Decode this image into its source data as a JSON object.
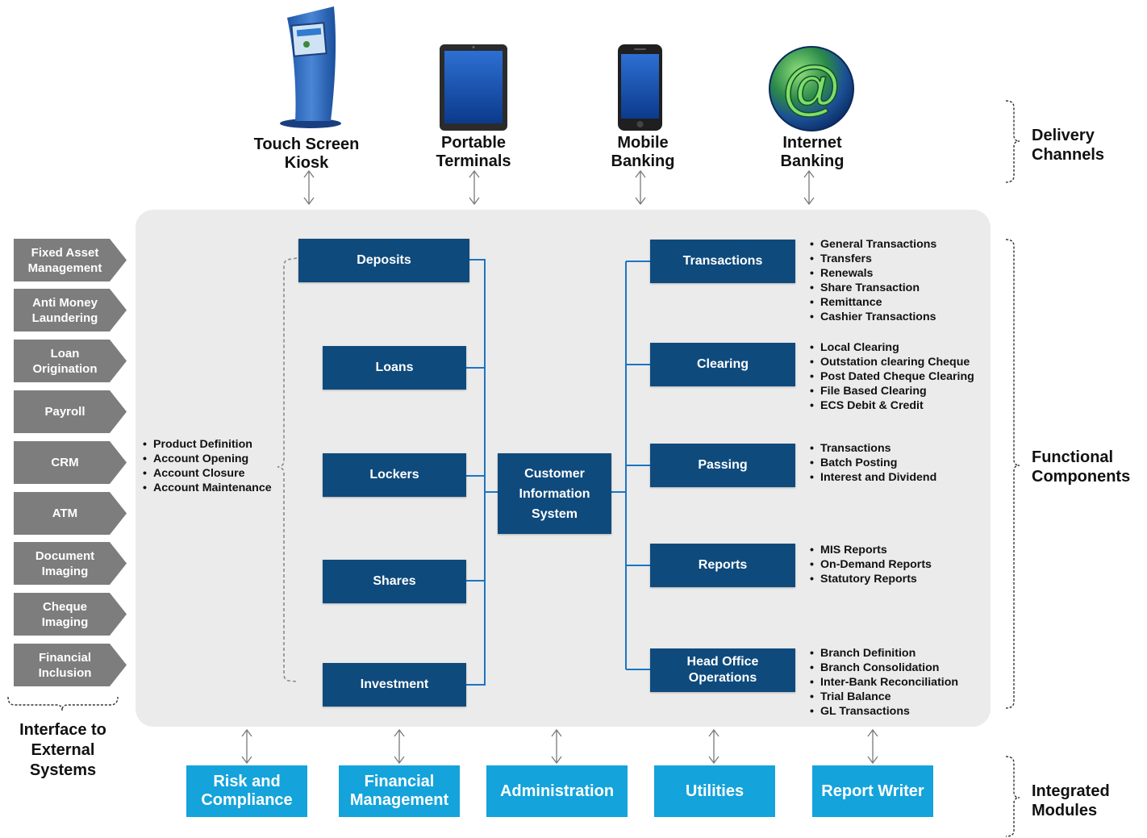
{
  "delivery_channels": [
    {
      "line1": "Touch Screen",
      "line2": "Kiosk",
      "icon": "kiosk-icon"
    },
    {
      "line1": "Portable",
      "line2": "Terminals",
      "icon": "tablet-icon"
    },
    {
      "line1": "Mobile",
      "line2": "Banking",
      "icon": "smartphone-icon"
    },
    {
      "line1": "Internet",
      "line2": "Banking",
      "icon": "at-sign-icon"
    }
  ],
  "side_labels": {
    "delivery": {
      "line1": "Delivery",
      "line2": "Channels"
    },
    "functional": {
      "line1": "Functional",
      "line2": "Components"
    },
    "integrated": {
      "line1": "Integrated",
      "line2": "Modules"
    }
  },
  "external_systems": {
    "label": {
      "line1": "Interface to",
      "line2": "External",
      "line3": "Systems"
    },
    "items": [
      {
        "line1": "Fixed Asset",
        "line2": "Management"
      },
      {
        "line1": "Anti Money",
        "line2": "Laundering"
      },
      {
        "line1": "Loan",
        "line2": "Origination"
      },
      {
        "line1": "Payroll",
        "line2": ""
      },
      {
        "line1": "CRM",
        "line2": ""
      },
      {
        "line1": "ATM",
        "line2": ""
      },
      {
        "line1": "Document",
        "line2": "Imaging"
      },
      {
        "line1": "Cheque",
        "line2": "Imaging"
      },
      {
        "line1": "Financial",
        "line2": "Inclusion"
      }
    ]
  },
  "left_modules": [
    "Deposits",
    "Loans",
    "Lockers",
    "Shares",
    "Investment"
  ],
  "left_features": [
    "Product Definition",
    "Account Opening",
    "Account Closure",
    "Account Maintenance"
  ],
  "center": {
    "line1": "Customer",
    "line2": "Information",
    "line3": "System"
  },
  "right_modules": [
    {
      "line1": "Transactions",
      "line2": "",
      "items": [
        "General Transactions",
        "Transfers",
        "Renewals",
        "Share Transaction",
        "Remittance",
        "Cashier Transactions"
      ]
    },
    {
      "line1": "Clearing",
      "line2": "",
      "items": [
        "Local Clearing",
        "Outstation clearing Cheque",
        "Post Dated Cheque Clearing",
        "File Based Clearing",
        "ECS Debit & Credit"
      ]
    },
    {
      "line1": "Passing",
      "line2": "",
      "items": [
        "Transactions",
        "Batch Posting",
        "Interest and Dividend"
      ]
    },
    {
      "line1": "Reports",
      "line2": "",
      "items": [
        "MIS Reports",
        "On-Demand Reports",
        "Statutory Reports"
      ]
    },
    {
      "line1": "Head Office",
      "line2": "Operations",
      "items": [
        "Branch Definition",
        "Branch Consolidation",
        "Inter-Bank Reconciliation",
        "Trial Balance",
        "GL Transactions"
      ]
    }
  ],
  "integrated_modules": [
    {
      "line1": "Risk and",
      "line2": "Compliance"
    },
    {
      "line1": "Financial",
      "line2": "Management"
    },
    {
      "line1": "Administration",
      "line2": ""
    },
    {
      "line1": "Utilities",
      "line2": ""
    },
    {
      "line1": "Report Writer",
      "line2": ""
    }
  ],
  "colors": {
    "dark_blue": "#0f4a7c",
    "light_blue": "#14a3db",
    "gray_tab": "#7d7d7d",
    "panel": "#ebebeb",
    "connector": "#1b75c4"
  }
}
